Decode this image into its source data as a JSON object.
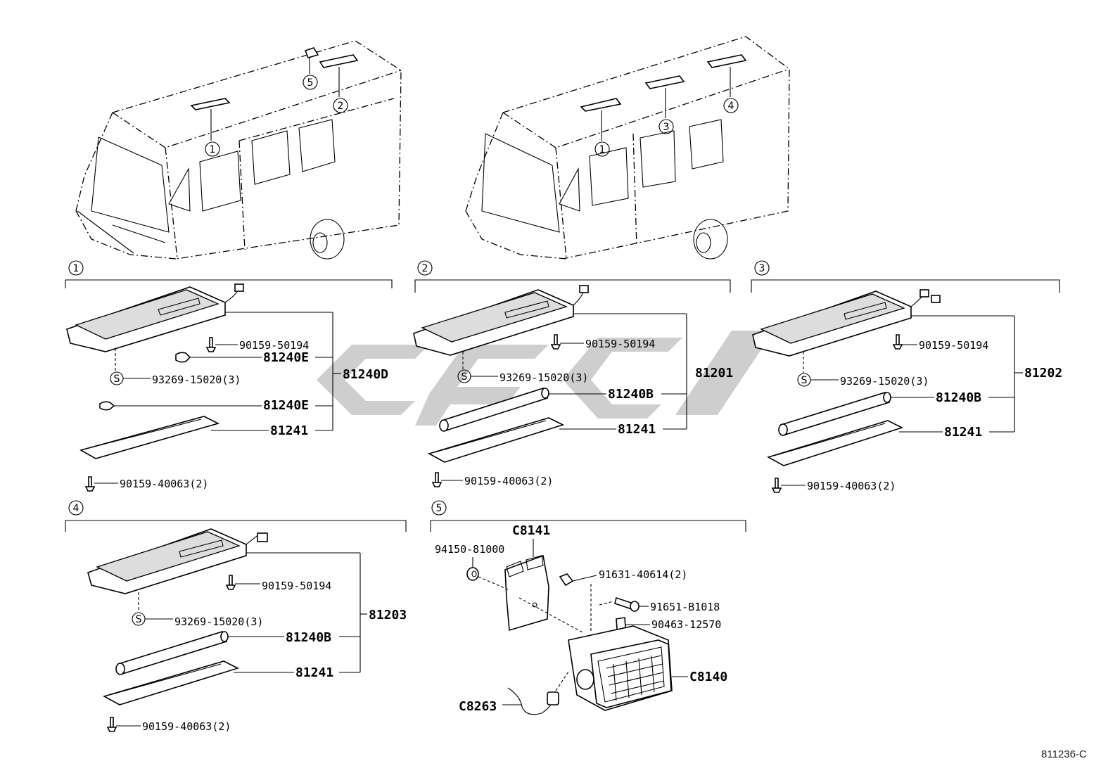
{
  "overview": {
    "left_van_callouts": [
      "1",
      "2",
      "5"
    ],
    "right_van_callouts": [
      "1",
      "3",
      "4"
    ]
  },
  "sections": [
    {
      "id": "1",
      "assembly": "81240D",
      "parts": [
        {
          "no": "90159-50194"
        },
        {
          "no": "81240E"
        },
        {
          "no": "93269-15020(3)"
        },
        {
          "no": "81240E"
        },
        {
          "no": "81241"
        },
        {
          "no": "90159-40063(2)"
        }
      ]
    },
    {
      "id": "2",
      "assembly": "81201",
      "parts": [
        {
          "no": "90159-50194"
        },
        {
          "no": "93269-15020(3)"
        },
        {
          "no": "81240B"
        },
        {
          "no": "81241"
        },
        {
          "no": "90159-40063(2)"
        }
      ]
    },
    {
      "id": "3",
      "assembly": "81202",
      "parts": [
        {
          "no": "90159-50194"
        },
        {
          "no": "93269-15020(3)"
        },
        {
          "no": "81240B"
        },
        {
          "no": "81241"
        },
        {
          "no": "90159-40063(2)"
        }
      ]
    },
    {
      "id": "4",
      "assembly": "81203",
      "parts": [
        {
          "no": "90159-50194"
        },
        {
          "no": "93269-15020(3)"
        },
        {
          "no": "81240B"
        },
        {
          "no": "81241"
        },
        {
          "no": "90159-40063(2)"
        }
      ]
    },
    {
      "id": "5",
      "parts": [
        {
          "no": "C8141"
        },
        {
          "no": "94150-81000"
        },
        {
          "no": "91631-40614(2)"
        },
        {
          "no": "91651-B1018"
        },
        {
          "no": "90463-12570"
        },
        {
          "no": "C8140"
        },
        {
          "no": "C8263"
        }
      ]
    }
  ],
  "symbol_s": "S",
  "figure_code": "811236-C"
}
